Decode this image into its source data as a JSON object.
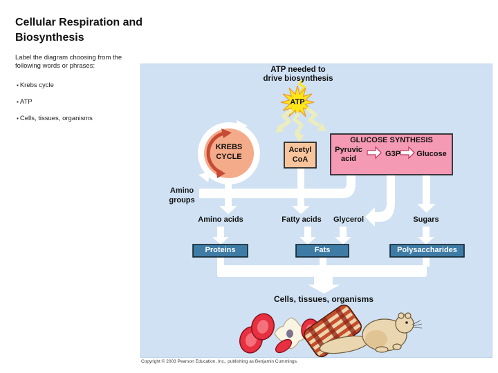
{
  "slide": {
    "title": "Cellular Respiration and Biosynthesis",
    "instruction": "Label the diagram choosing from the following words or phrases:",
    "bullet_char": "▪",
    "bullets": [
      "Krebs cycle",
      "ATP",
      "Cells, tissues, organisms"
    ],
    "copyright": "Copyright © 2003 Pearson Education, Inc., publishing as Benjamin Cummings."
  },
  "diagram": {
    "heading": {
      "line1": "ATP needed to",
      "line2": "drive biosynthesis"
    },
    "atp_label": "ATP",
    "krebs": {
      "line1": "KREBS",
      "line2": "CYCLE"
    },
    "acetyl": {
      "line1": "Acetyl",
      "line2": "CoA"
    },
    "glucose_synthesis": {
      "title": "GLUCOSE SYNTHESIS",
      "step1a": "Pyruvic",
      "step1b": "acid",
      "step2": "G3P",
      "step3": "Glucose"
    },
    "amino_groups": {
      "line1": "Amino",
      "line2": "groups"
    },
    "intermediates": {
      "amino_acids": "Amino acids",
      "fatty_acids": "Fatty acids",
      "glycerol": "Glycerol",
      "sugars": "Sugars"
    },
    "products": {
      "proteins": "Proteins",
      "fats": "Fats",
      "polysaccharides": "Polysaccharides"
    },
    "result": "Cells, tissues, organisms",
    "colors": {
      "background": "#cfe1f2",
      "pink_box": "#f59ab5",
      "peach_box": "#f7c49c",
      "krebs_fill": "#f4ab8a",
      "product_box": "#3e7ca6",
      "atp_yellow": "#ffe619",
      "bolt_yellow": "#ecedbd",
      "red_arrow": "#c74a34"
    }
  }
}
